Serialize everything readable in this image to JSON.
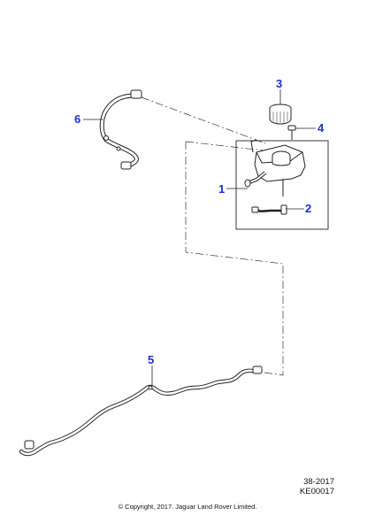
{
  "callouts": [
    {
      "label": "1",
      "part": "coolant-reservoir"
    },
    {
      "label": "2",
      "part": "level-sensor"
    },
    {
      "label": "3",
      "part": "reservoir-cap"
    },
    {
      "label": "4",
      "part": "bolt"
    },
    {
      "label": "5",
      "part": "main-harness"
    },
    {
      "label": "6",
      "part": "upper-hose"
    }
  ],
  "reference": {
    "date_code": "38-2017",
    "diagram_code": "KE00017"
  },
  "copyright": "© Copyright, 2017. Jaguar Land Rover Limited.",
  "colors": {
    "callout": "#1a2fd6",
    "line": "#222222"
  }
}
